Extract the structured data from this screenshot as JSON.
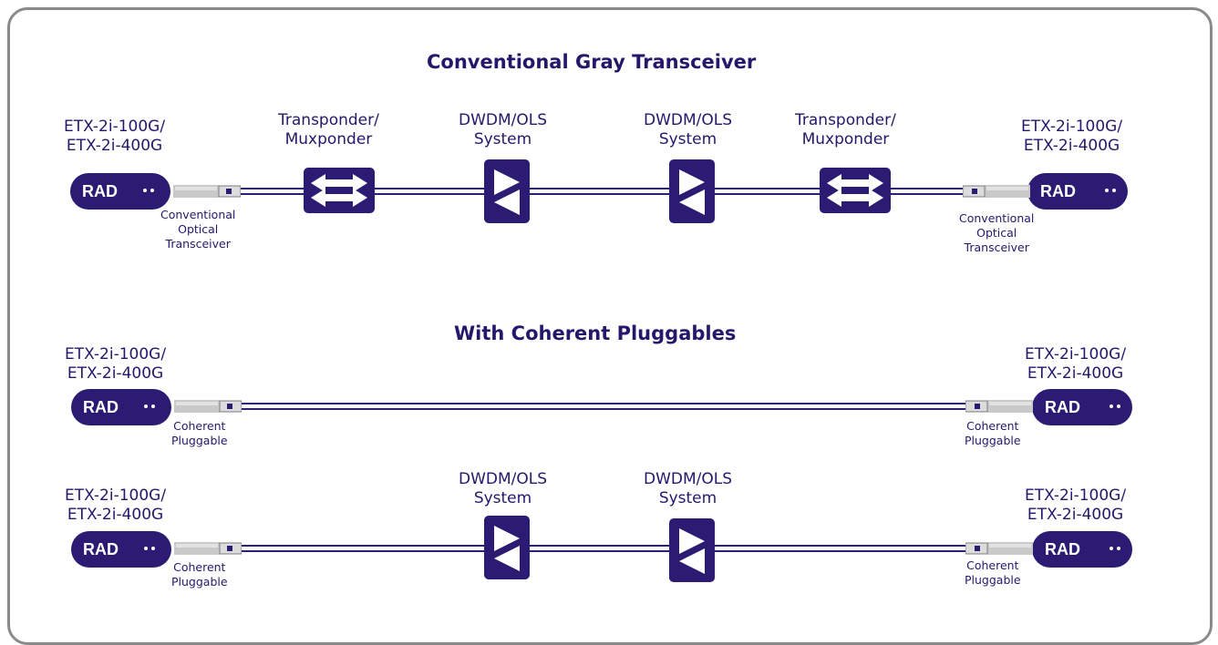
{
  "titles": {
    "top": "Conventional Gray Transceiver",
    "middle": "With Coherent Pluggables"
  },
  "device_name": "RAD",
  "endpoint_label": [
    "ETX-2i-100G/",
    "ETX-2i-400G"
  ],
  "transponder_label": [
    "Transponder/",
    "Muxponder"
  ],
  "dwdm_label": [
    "DWDM/OLS",
    "System"
  ],
  "conventional_caption": [
    "Conventional",
    "Optical",
    "Transceiver"
  ],
  "coherent_caption": [
    "Coherent",
    "Pluggable"
  ],
  "colors": {
    "navy": "#2b1b72",
    "text": "#27176b",
    "border": "#8a8a8a",
    "module": "#c9c9c9"
  },
  "icons": {
    "transponder": "bidirectional-arrows-icon",
    "dwdm": "opposing-triangles-icon",
    "transceiver": "sfp-module-icon"
  }
}
